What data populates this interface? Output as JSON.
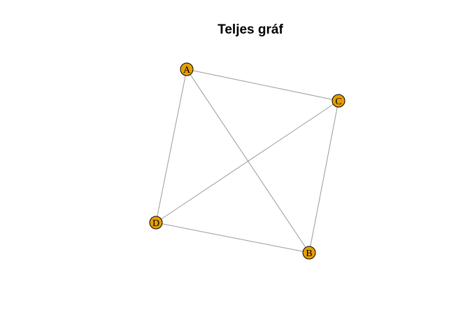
{
  "title": "Teljes gráf",
  "colors": {
    "node_fill": "#E69F00",
    "node_stroke": "#000000",
    "edge": "#9A9A9A"
  },
  "graph": {
    "nodes": [
      {
        "id": "A",
        "label": "A"
      },
      {
        "id": "B",
        "label": "B"
      },
      {
        "id": "C",
        "label": "C"
      },
      {
        "id": "D",
        "label": "D"
      }
    ],
    "edges": [
      {
        "from": "A",
        "to": "B"
      },
      {
        "from": "A",
        "to": "C"
      },
      {
        "from": "A",
        "to": "D"
      },
      {
        "from": "B",
        "to": "C"
      },
      {
        "from": "B",
        "to": "D"
      },
      {
        "from": "C",
        "to": "D"
      }
    ]
  }
}
